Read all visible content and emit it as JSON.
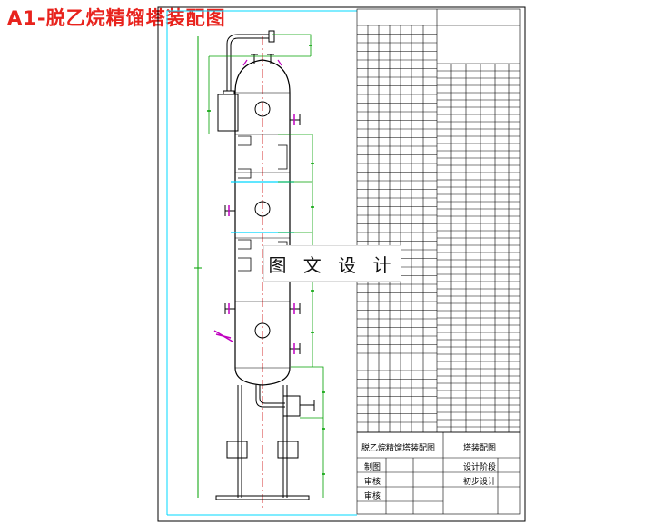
{
  "page": {
    "title": "A1-脱乙烷精馏塔装配图"
  },
  "watermark": {
    "text": "图 文 设 计"
  },
  "title_block": {
    "drawing_name": "脱乙烷精馏塔装配图",
    "drawing_type": "塔装配图",
    "row_labels": [
      "制图",
      "审核",
      "审核"
    ],
    "stage_label": "设计阶段",
    "stage_value": "初步设计"
  },
  "colors": {
    "title": "#e8231d",
    "outline": "#000000",
    "dimension": "#00a000",
    "centerline": "#cc0000",
    "frame_cyan": "#00d8ff",
    "nozzle_magenta": "#c000c0"
  }
}
